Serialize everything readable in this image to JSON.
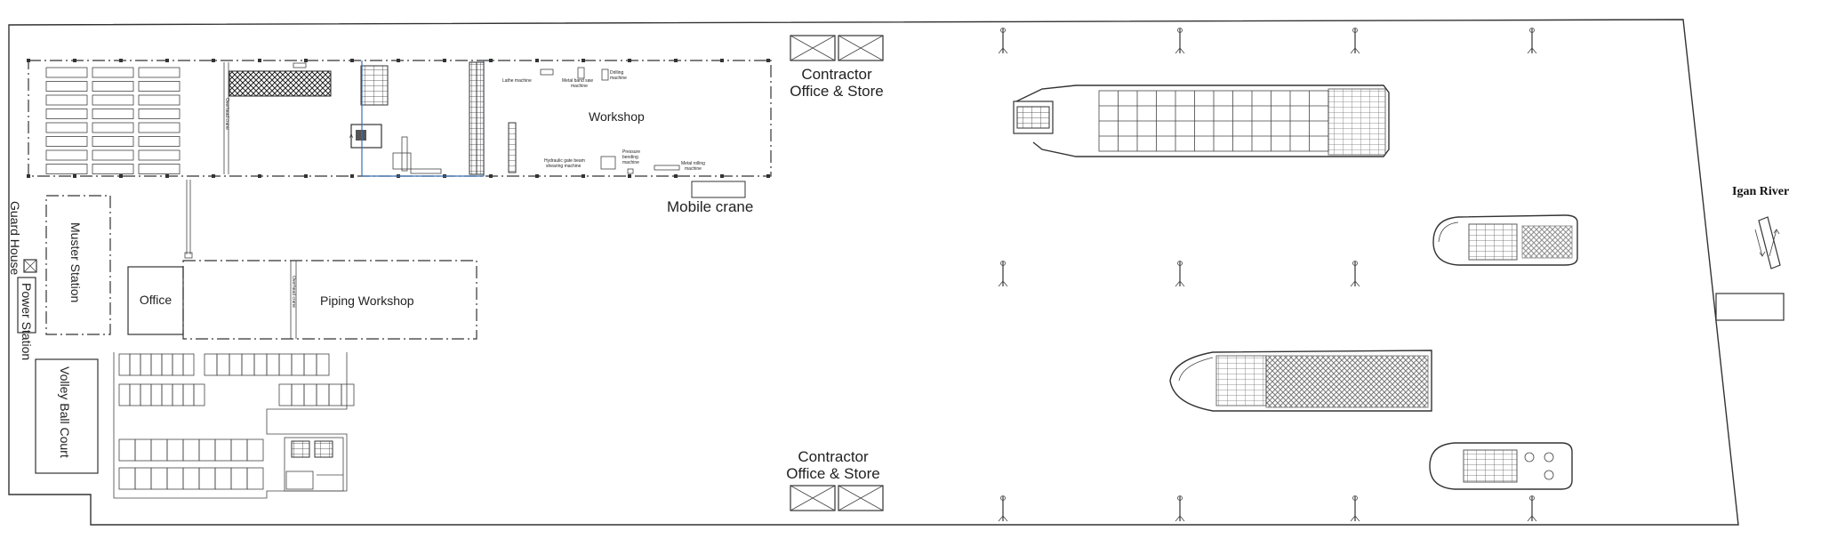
{
  "site": {
    "river_label": "Igan River",
    "guard_house": "Guard House",
    "power_station": "Power Station",
    "muster_station": "Muster Station",
    "volley_ball_court": "Volley Ball Court",
    "office": "Office",
    "piping_workshop": "Piping Workshop",
    "piping_overhead_crane": "Overhead crane",
    "workshop": "Workshop",
    "workshop_overhead_crane": "Overhead crane",
    "mobile_crane": "Mobile crane",
    "contractor_top": {
      "line1": "Contractor",
      "line2": "Office & Store"
    },
    "contractor_bottom": {
      "line1": "Contractor",
      "line2": "Office & Store"
    },
    "machines": {
      "lathe": "Lathe machine",
      "metal_band_saw_1": "Metal band saw",
      "metal_band_saw_2": "machine",
      "drilling_1": "Drilling",
      "drilling_2": "machine",
      "hydraulic_1": "Hydraulic gate beam",
      "hydraulic_2": "shearing machine",
      "pressure_1": "Pressure",
      "pressure_2": "bending",
      "pressure_3": "machine",
      "metal_rolling_1": "Metal rolling",
      "metal_rolling_2": "machine"
    }
  },
  "vessels": [
    {
      "name": "large-barge-vessel"
    },
    {
      "name": "tug-boat-upper"
    },
    {
      "name": "deck-cargo-vessel"
    },
    {
      "name": "tug-boat-lower"
    }
  ],
  "colors": {
    "line": "#333333",
    "accent_blue": "#3b6fb0",
    "background": "#ffffff"
  }
}
